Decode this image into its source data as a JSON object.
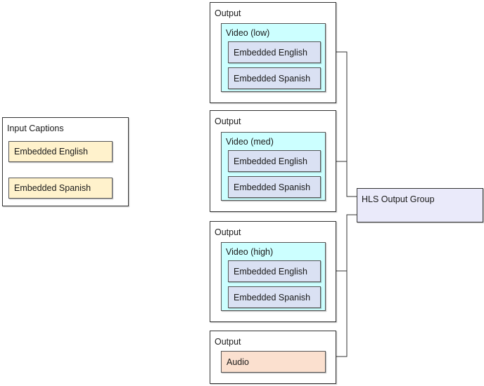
{
  "colors": {
    "caption_fill": "#fff2cc",
    "video_fill": "#ccffff",
    "embedded_fill": "#dae1f3",
    "audio_fill": "#fbe0cf",
    "hls_fill": "#eaeafa",
    "border": "#333333"
  },
  "input_captions": {
    "title": "Input Captions",
    "items": [
      "Embedded English",
      "Embedded Spanish"
    ]
  },
  "outputs": [
    {
      "title": "Output",
      "video_title": "Video (low)",
      "captions": [
        "Embedded English",
        "Embedded Spanish"
      ]
    },
    {
      "title": "Output",
      "video_title": "Video (med)",
      "captions": [
        "Embedded English",
        "Embedded Spanish"
      ]
    },
    {
      "title": "Output",
      "video_title": "Video (high)",
      "captions": [
        "Embedded English",
        "Embedded Spanish"
      ]
    },
    {
      "title": "Output",
      "audio_title": "Audio"
    }
  ],
  "hls_output_group": {
    "title": "HLS Output Group"
  }
}
